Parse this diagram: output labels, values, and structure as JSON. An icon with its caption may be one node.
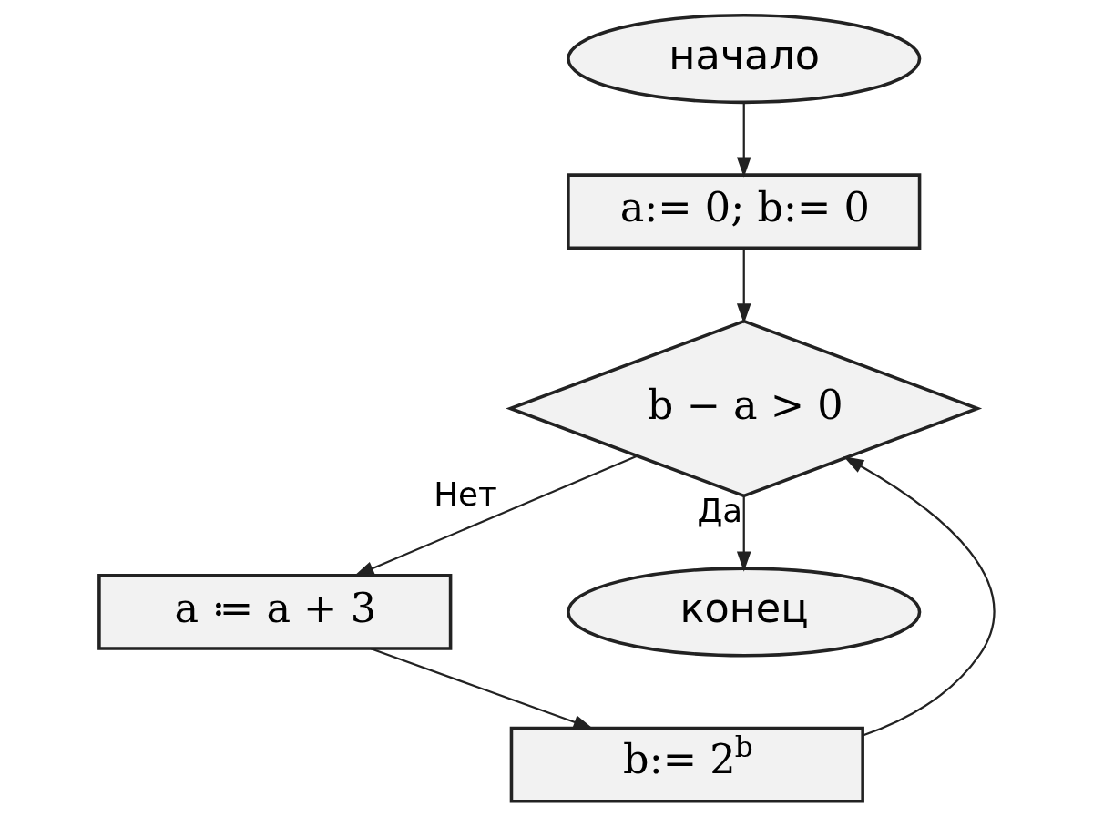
{
  "diagram": {
    "nodes": [
      {
        "text": [
          "начало"
        ]
      },
      {
        "text": [
          "a:= 0; b:= 0"
        ]
      },
      {
        "text": [
          "b − a > 0"
        ]
      },
      {
        "text": [
          "a ≔ a + 3"
        ]
      },
      {
        "text": [
          "b:= 2$^{b}$"
        ]
      },
      {
        "text": [
          "конец"
        ]
      }
    ],
    "edges": [
      {
        "from": 0,
        "to": 1,
        "arrow": "to"
      },
      {
        "from": 1,
        "to": 2,
        "arrow": "to"
      },
      {
        "from": 2,
        "to": 3,
        "arrow": "to",
        "label": "Нет"
      },
      {
        "from": 2,
        "to": 5,
        "arrow": "to",
        "label": "Да"
      },
      {
        "from": 3,
        "to": 4,
        "arrow": "to"
      },
      {
        "from": 4,
        "to": 2,
        "arrow": "to"
      }
    ]
  }
}
